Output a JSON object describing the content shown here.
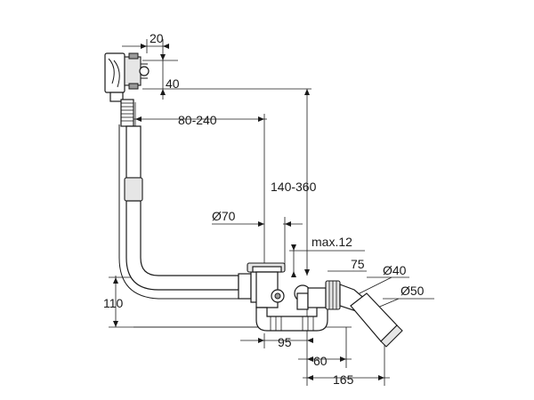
{
  "dimensions": {
    "valve_width": "20",
    "valve_height": "40",
    "reach": "80-240",
    "overflow_height": "140-360",
    "waste_diameter": "Ø70",
    "max_offset": "max.12",
    "angle_top": "75",
    "outlet_inner": "Ø40",
    "outlet_outer": "Ø50",
    "trap_height": "110",
    "spacing_95": "95",
    "spacing_60": "60",
    "spacing_165": "165"
  },
  "colors": {
    "line": "#1a1a1a",
    "part_fill": "#ffffff",
    "shade": "#e6e6e6",
    "dark": "#9a9a9a"
  }
}
